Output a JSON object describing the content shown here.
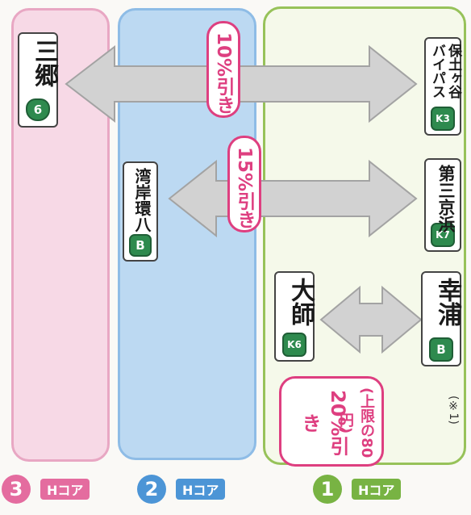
{
  "zones": {
    "z3": {
      "num": "3",
      "label": "Hコア",
      "color": "#e46c9f"
    },
    "z2": {
      "num": "2",
      "label": "Hコア",
      "color": "#4c95d6"
    },
    "z1": {
      "num": "1",
      "label": "Hコア",
      "color": "#78b343"
    }
  },
  "routes": {
    "sango": {
      "badge": "6",
      "name": "三郷"
    },
    "hodogaya": {
      "badge": "K3",
      "name_line1": "保土ヶ谷",
      "name_line2": "バイパス"
    },
    "wangan": {
      "badge": "B",
      "name": "湾岸環八"
    },
    "daisan": {
      "badge": "K7",
      "name": "第三京浜"
    },
    "daishi": {
      "badge": "K6",
      "name": "大師"
    },
    "sachiura": {
      "badge": "B",
      "name": "幸浦"
    }
  },
  "discounts": {
    "d10": "10%引き",
    "d15": "15%引き",
    "d20_line1": "20%引き",
    "d20_line2": "(上限の80円)"
  },
  "note": "(※1)"
}
